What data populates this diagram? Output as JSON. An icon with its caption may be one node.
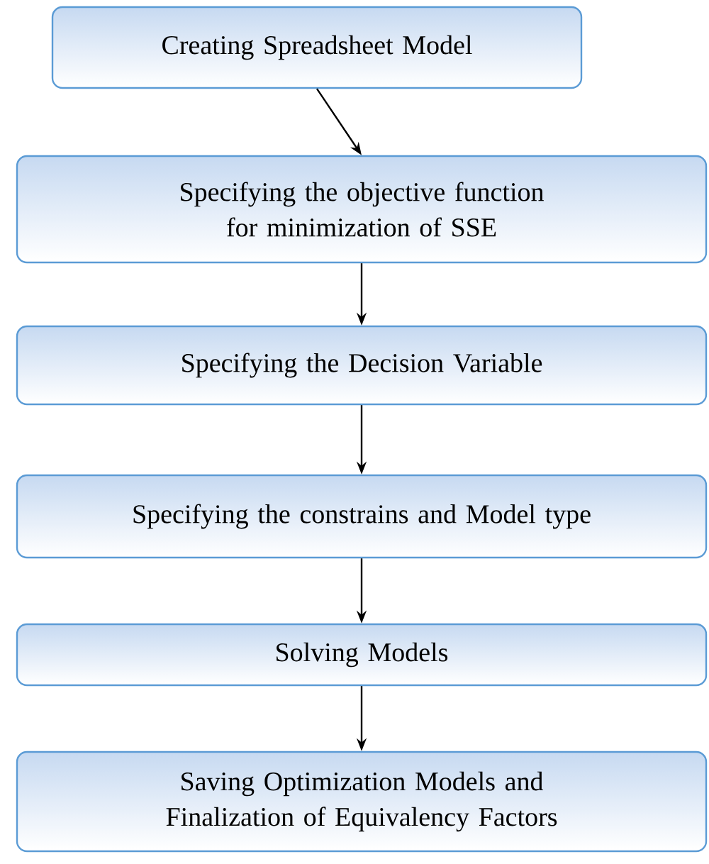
{
  "diagram": {
    "nodes": [
      {
        "text": [
          "Creating Spreadsheet Model"
        ]
      },
      {
        "text": [
          "Specifying the objective function for minimization of SSE"
        ]
      },
      {
        "text": [
          "Specifying the Decision Variable"
        ]
      },
      {
        "text": [
          "Specifying the constrains and Model type"
        ]
      },
      {
        "text": [
          "Solving Models"
        ]
      },
      {
        "text": [
          "Saving Optimization Models and Finalization of Equivalency Factors"
        ]
      }
    ],
    "edges": [
      {
        "from": 0,
        "to": 1,
        "arrow": "to"
      },
      {
        "from": 1,
        "to": 2,
        "arrow": "to"
      },
      {
        "from": 2,
        "to": 3,
        "arrow": "to"
      },
      {
        "from": 3,
        "to": 4,
        "arrow": "to"
      },
      {
        "from": 4,
        "to": 5,
        "arrow": "to"
      }
    ]
  }
}
